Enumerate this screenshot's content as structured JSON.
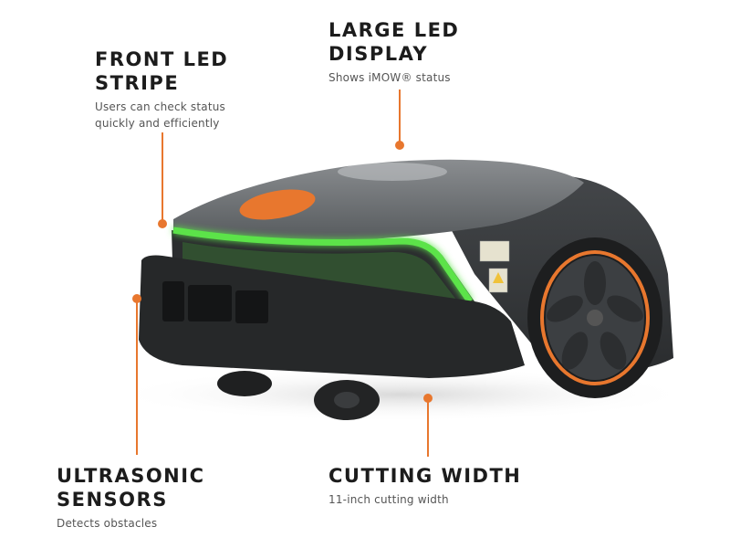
{
  "callouts": {
    "front_led": {
      "title": "FRONT LED\nSTRIPE",
      "description": "Users can check status\nquickly and efficiently"
    },
    "large_led": {
      "title": "LARGE LED\nDISPLAY",
      "description": "Shows iMOW® status"
    },
    "ultrasonic": {
      "title": "ULTRASONIC\nSENSORS",
      "description": "Detects obstacles"
    },
    "cutting": {
      "title": "CUTTING WIDTH",
      "description": "11-inch cutting width"
    }
  },
  "colors": {
    "accent": "#e8772e",
    "body_dark": "#3a3d40",
    "led_green": "#5be34a"
  }
}
